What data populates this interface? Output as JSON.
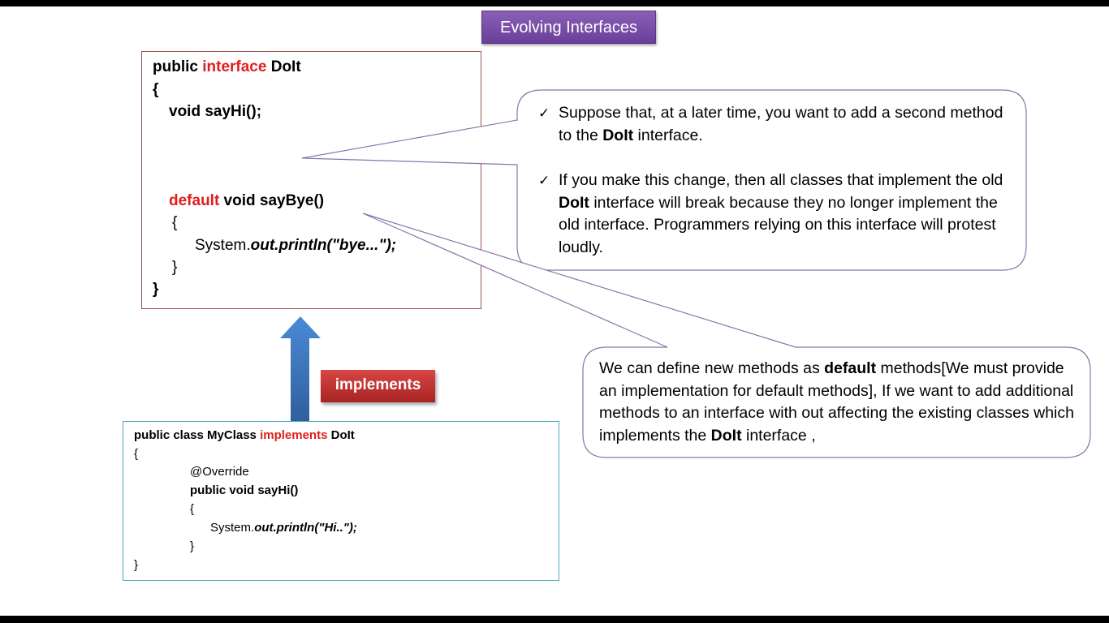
{
  "slide": {
    "title": "Evolving Interfaces"
  },
  "interface_code": {
    "line1": {
      "a": "public ",
      "kw": "interface",
      "b": " DoIt"
    },
    "line2": "{",
    "line3": "void sayHi();",
    "line4": {
      "kw": "default",
      "b": " void sayBye()"
    },
    "line5": "{",
    "line6": {
      "a": "System.",
      "b": "out.println(\"bye...\");"
    },
    "line7": "}",
    "line8": "}"
  },
  "implements_label": "implements",
  "class_code": {
    "line1": {
      "a": "public class MyClass ",
      "kw": "implements",
      "b": " DoIt"
    },
    "line2": "{",
    "line3": "@Override",
    "line4": "public void sayHi()",
    "line5": "{",
    "line6": {
      "a": "System.",
      "b": "out.println(\"Hi..\");"
    },
    "line7": "}",
    "line8": "}"
  },
  "callout_problem": {
    "check_icon": "✓",
    "bullets": [
      {
        "pre": "Suppose that, at a later time, you want to add a second method to the ",
        "bold": "DoIt",
        "post": " interface."
      },
      {
        "pre": "If you make this change, then all classes that implement the old  ",
        "bold": "DoIt",
        "post": " interface will break because they no longer implement the old interface. Programmers relying on this interface will protest loudly."
      }
    ]
  },
  "callout_solution": {
    "pre": "We can define new methods as ",
    "bold1": "default",
    "mid": " methods[We must provide an implementation for default methods], If we want to add additional methods to an interface with out affecting  the existing classes which implements the ",
    "bold2": "DoIt",
    "post": " interface ,"
  },
  "colors": {
    "keyword": "#e01e1e",
    "title_badge": "#7b4fa8",
    "implements_badge": "#c03535",
    "arrow": "#3a78c2",
    "callout_border": "#8577a8"
  }
}
